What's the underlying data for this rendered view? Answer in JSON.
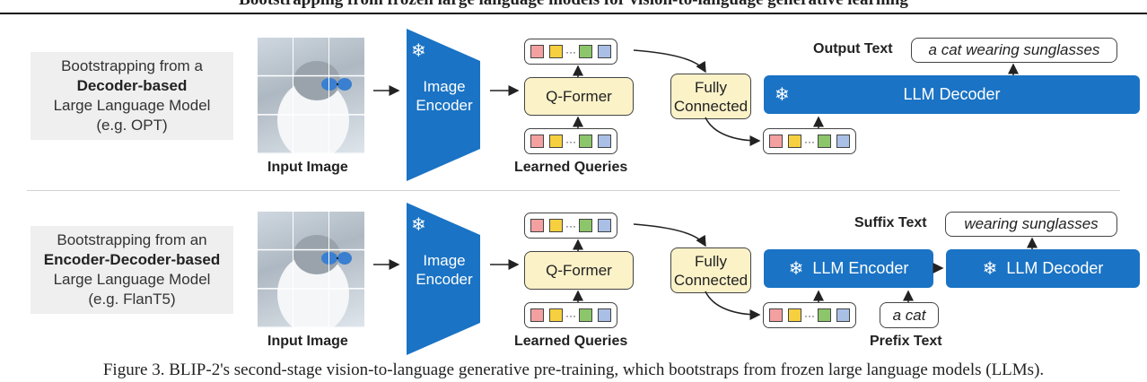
{
  "heading": "Bootstrapping from frozen large language models for vision-to-language generative learning",
  "caption": "Figure 3. BLIP-2's second-stage vision-to-language generative pre-training, which bootstraps from frozen large language models (LLMs).",
  "top": {
    "desc_line1": "Bootstrapping from a",
    "desc_bold": "Decoder-based",
    "desc_line3": "Large Language Model",
    "desc_line4": "(e.g. OPT)",
    "input_label": "Input Image",
    "encoder": "Image Encoder",
    "qformer": "Q-Former",
    "queries_label": "Learned Queries",
    "fc": "Fully Connected",
    "llm": "LLM Decoder",
    "output_label": "Output Text",
    "output_text": "a cat wearing sunglasses"
  },
  "bottom": {
    "desc_line1": "Bootstrapping from an",
    "desc_bold": "Encoder-Decoder-based",
    "desc_line3": "Large Language Model",
    "desc_line4": "(e.g. FlanT5)",
    "input_label": "Input Image",
    "encoder": "Image Encoder",
    "qformer": "Q-Former",
    "queries_label": "Learned Queries",
    "fc": "Fully Connected",
    "llm_encoder": "LLM Encoder",
    "llm_decoder": "LLM Decoder",
    "suffix_label": "Suffix Text",
    "suffix_text": "wearing sunglasses",
    "prefix_label": "Prefix Text",
    "prefix_text": "a cat"
  },
  "colors": {
    "llm_blue": "#1a73c4",
    "qformer_yellow": "#fbf2c8",
    "desc_gray": "#efefef"
  },
  "icons": [
    "snowflake-icon",
    "cat-image"
  ]
}
